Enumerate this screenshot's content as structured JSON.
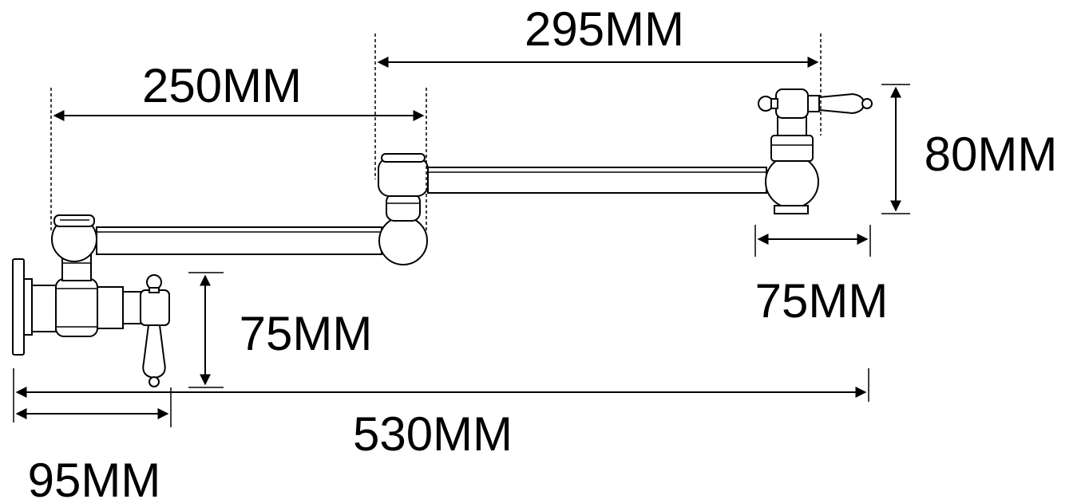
{
  "dimensions": {
    "top_arm": "295MM",
    "lower_arm": "250MM",
    "spout_height": "80MM",
    "spout_width": "75MM",
    "valve_height": "75MM",
    "total_length": "530MM",
    "wall_depth": "95MM"
  },
  "colors": {
    "line": "#000000",
    "background": "#ffffff"
  }
}
